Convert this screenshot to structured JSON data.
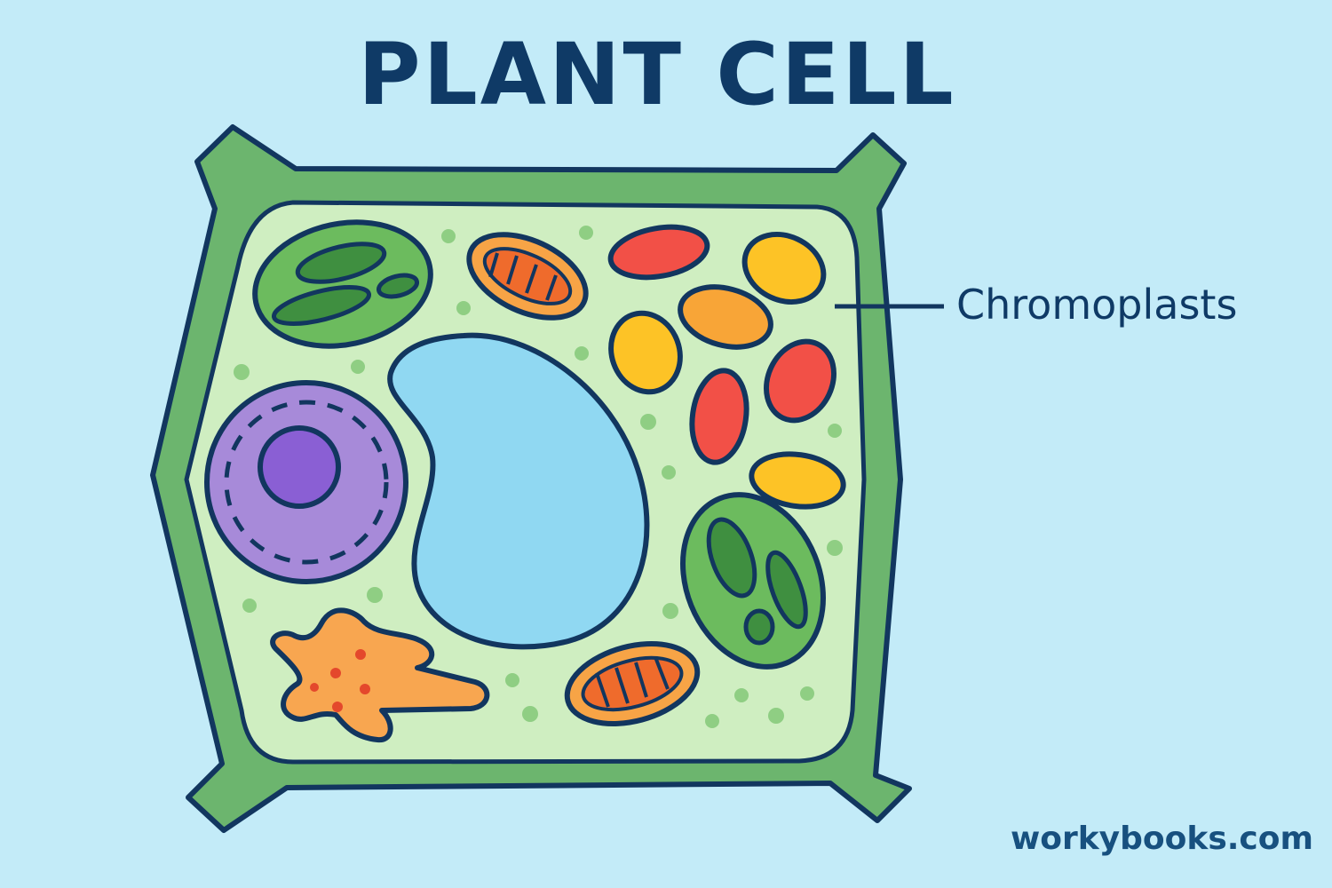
{
  "title": "PLANT CELL",
  "labels": {
    "chromoplasts": "Chromoplasts"
  },
  "footer": "workybooks.com",
  "colors": {
    "background": "#c3ebf8",
    "outline": "#12365f",
    "cell_wall": "#6cb56e",
    "cytoplasm": "#cfeec1",
    "vacuole": "#90d8f2",
    "nucleus": "#a78ad9",
    "nucleolus": "#8a5fd4",
    "chloroplast": "#6cbb5e",
    "mitochondria": "#f7a446",
    "chromoplast_red": "#f25047",
    "chromoplast_yellow": "#fdc326",
    "chromoplast_orange": "#f8a537",
    "golgi": "#f8a650"
  }
}
